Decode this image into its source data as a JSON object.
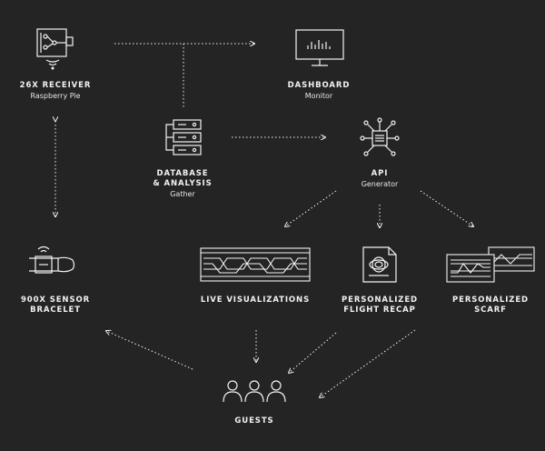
{
  "nodes": {
    "receiver": {
      "title": "26X RECEIVER",
      "subtitle": "Raspberry Pie"
    },
    "dashboard": {
      "title": "DASHBOARD",
      "subtitle": "Monitor"
    },
    "database": {
      "title": "DATABASE\n& ANALYSIS",
      "subtitle": "Gather"
    },
    "api": {
      "title": "API",
      "subtitle": "Generator"
    },
    "bracelet": {
      "title": "900X SENSOR\nBRACELET"
    },
    "visualizations": {
      "title": "LIVE VISUALIZATIONS"
    },
    "flight_recap": {
      "title": "PERSONALIZED\nFLIGHT RECAP"
    },
    "scarf": {
      "title": "PERSONALIZED\nSCARF"
    },
    "guests": {
      "title": "GUESTS"
    }
  },
  "colors": {
    "background": "#242424",
    "foreground": "#f2f2f2"
  }
}
